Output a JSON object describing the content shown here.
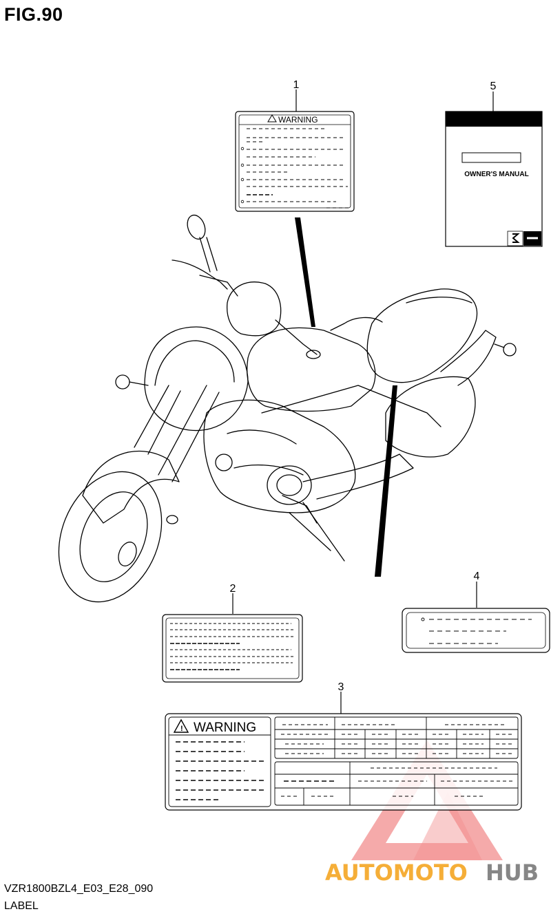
{
  "figure": {
    "title": "FIG.90",
    "code": "VZR1800BZL4_E03_E28_090",
    "caption": "LABEL"
  },
  "callouts": [
    "1",
    "2",
    "3",
    "4",
    "5"
  ],
  "label_1": {
    "heading": "WARNING"
  },
  "label_3": {
    "heading": "WARNING"
  },
  "label_5": {
    "title": "OWNER'S MANUAL",
    "brand_icon": "suzuki-logo-icon"
  },
  "watermark": {
    "part_a": "AUTOMOTO",
    "part_b": "HUB",
    "colors": {
      "triangle": "#f07a7a",
      "text_a": "#f5a623",
      "text_b": "#7a7a7a"
    }
  }
}
